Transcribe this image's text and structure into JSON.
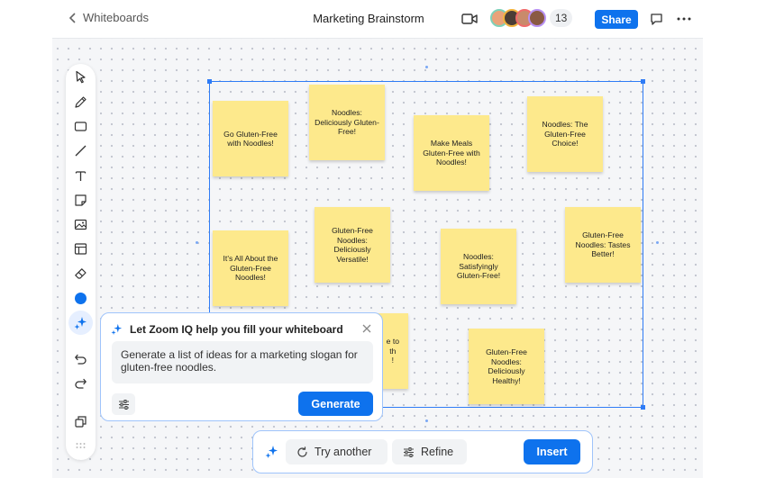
{
  "header": {
    "back_label": "Whiteboards",
    "title": "Marketing Brainstorm",
    "participant_count": "13",
    "share_label": "Share",
    "avatar_colors": [
      "#e9a37a",
      "#4a3d36",
      "#c98a6b",
      "#8a5a44"
    ]
  },
  "toolbar": {
    "tools": [
      "select-icon",
      "pen-icon",
      "rectangle-icon",
      "line-icon",
      "text-icon",
      "sticky-note-icon",
      "image-icon",
      "template-icon",
      "eraser-icon",
      "color-picker",
      "ai-sparkle-icon",
      "undo-icon",
      "redo-icon",
      "layers-icon",
      "more-tools-icon"
    ]
  },
  "notes": [
    "Go Gluten-Free with Noodles!",
    "Noodles: Deliciously Gluten-Free!",
    "Make Meals Gluten-Free with Noodles!",
    "Noodles: The Gluten-Free Choice!",
    "It's All About the Gluten-Free Noodles!",
    "Gluten-Free Noodles: Deliciously Versatile!",
    "Noodles: Satisfyingly Gluten-Free!",
    "Gluten-Free Noodles: Tastes Better!",
    "e to\nth\n!",
    "Gluten-Free Noodles: Deliciously Healthy!"
  ],
  "ai_panel": {
    "title": "Let Zoom IQ help you fill your whiteboard",
    "prompt": "Generate a list of ideas for a marketing slogan for gluten-free noodles.",
    "generate_label": "Generate"
  },
  "bottom_bar": {
    "try_another_label": "Try another",
    "refine_label": "Refine",
    "insert_label": "Insert"
  },
  "colors": {
    "accent": "#0e72ed",
    "sticky": "#fde98c",
    "selection": "#2f7cf6"
  }
}
